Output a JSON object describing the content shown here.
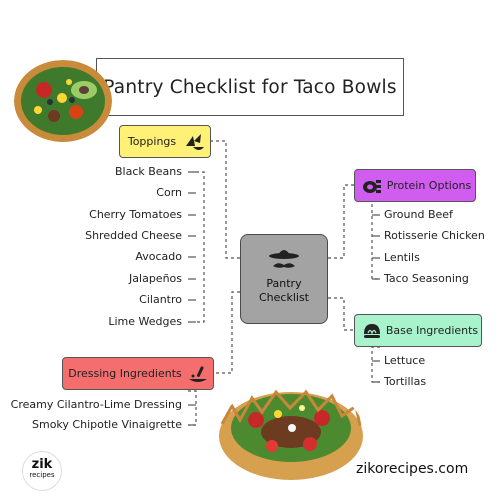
{
  "title": "Pantry Checklist for Taco Bowls",
  "center": {
    "line1": "Pantry",
    "line2": "Checklist"
  },
  "categories": {
    "toppings": {
      "label": "Toppings",
      "color": "#fff176",
      "icon": "nachos-icon",
      "items": [
        "Black Beans",
        "Corn",
        "Cherry Tomatoes",
        "Shredded Cheese",
        "Avocado",
        "Jalapeños",
        "Cilantro",
        "Lime Wedges"
      ]
    },
    "protein": {
      "label": "Protein Options",
      "color": "#d05cf0",
      "icon": "meat-icon",
      "items": [
        "Ground Beef",
        "Rotisserie Chicken",
        "Lentils",
        "Taco Seasoning"
      ]
    },
    "base": {
      "label": "Base Ingredients",
      "color": "#a8f2cc",
      "icon": "lettuce-icon",
      "items": [
        "Lettuce",
        "Tortillas"
      ]
    },
    "dressing": {
      "label": "Dressing Ingredients",
      "color": "#f46e6e",
      "icon": "dressing-icon",
      "items": [
        "Creamy Cilantro-Lime Dressing",
        "Smoky Chipotle Vinaigrette"
      ]
    }
  },
  "footer": {
    "website": "zikorecipes.com",
    "logo_main": "zik",
    "logo_sub": "recipes"
  }
}
